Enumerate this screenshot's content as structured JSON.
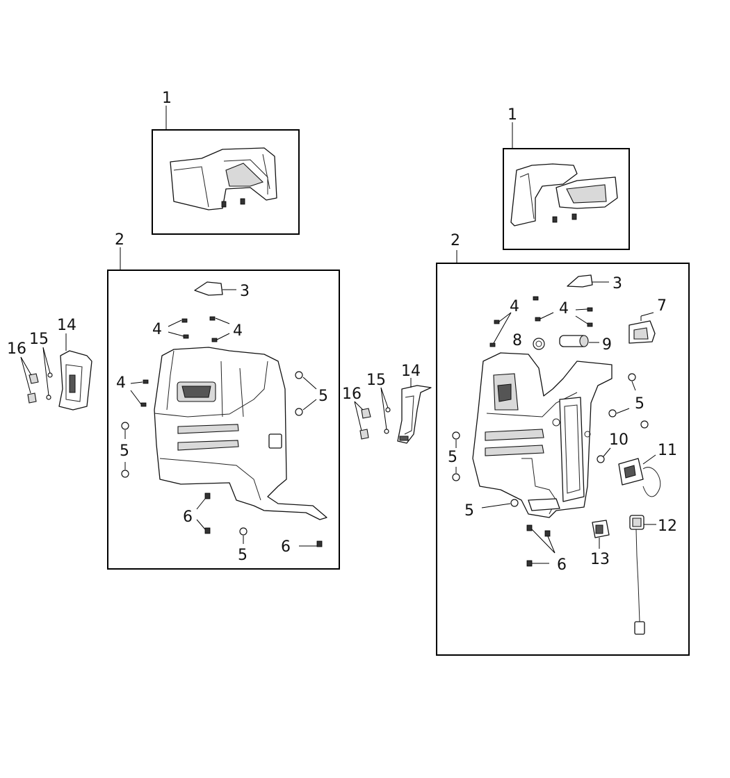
{
  "callouts": {
    "left_kit": "1",
    "left_panel_assembly": "2",
    "left_cover": "3",
    "left_clip_a": "4",
    "left_clip_b": "4",
    "left_clip_c": "4",
    "left_nut_right": "5",
    "left_nut_left": "5",
    "left_nut_bottom": "5",
    "left_clip_6a": "6",
    "left_clip_6b": "6",
    "left_trim": "14",
    "left_screw": "15",
    "left_retainer": "16",
    "right_kit": "1",
    "right_panel_assembly": "2",
    "right_cover": "3",
    "right_clip_a": "4",
    "right_clip_b": "4",
    "right_bracket": "7",
    "right_grommet": "8",
    "right_lamp": "9",
    "right_nut_right": "5",
    "right_nut_left": "5",
    "right_nut_bottom": "5",
    "right_push_nut": "10",
    "right_outlet": "11",
    "right_harness": "12",
    "right_switch": "13",
    "right_clip_6": "6",
    "center_trim": "14",
    "center_screw": "15",
    "center_retainer": "16"
  }
}
